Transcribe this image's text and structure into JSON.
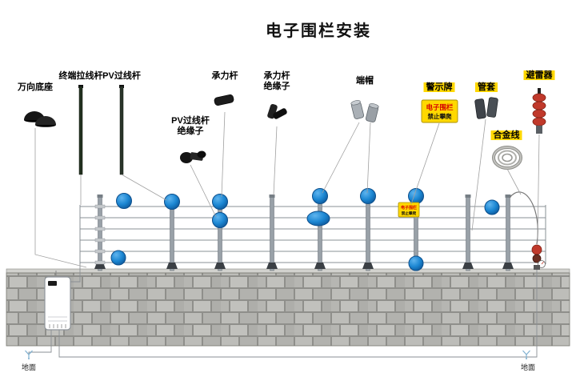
{
  "title": "电子围栏安装",
  "labels": {
    "universal_base": "万向底座",
    "terminal_pull_pole": "终端拉线杆",
    "pv_pass_pole": "PV过线杆",
    "pv_pass_pole_insulator_l1": "PV过线杆",
    "pv_pass_pole_insulator_l2": "绝缘子",
    "bearing_pole": "承力杆",
    "bearing_pole_insulator_l1": "承力杆",
    "bearing_pole_insulator_l2": "绝缘子",
    "end_cap": "端帽",
    "warning_sign": "警示牌",
    "pipe_sleeve": "管套",
    "lightning_arrester": "避雷器",
    "alloy_wire": "合金线",
    "ground_left": "地面",
    "ground_right": "地面"
  },
  "warning_sign_plate": {
    "line1": "电子围栏",
    "line2": "禁止攀爬"
  },
  "colors": {
    "insulator_blue": "#1b86d2",
    "label_highlight": "#ffd800",
    "arrester_red": "#c0392b",
    "wall_brick": "#b8b8b4"
  }
}
